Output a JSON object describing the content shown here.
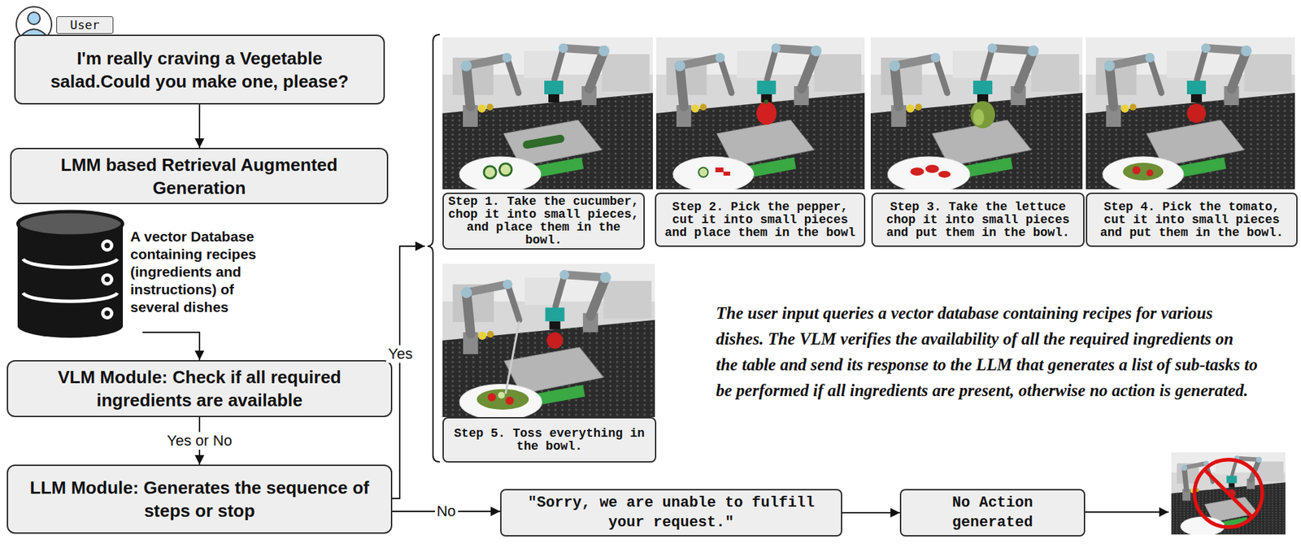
{
  "diagram": {
    "nodes": [
      {
        "text": [
          "User"
        ]
      },
      {
        "text": [
          "I'm really craving a Vegetable salad.Could you make one, please?"
        ]
      },
      {
        "text": [
          "LMM based Retrieval Augmented Generation"
        ]
      },
      {
        "text": [
          "A vector Database containing recipes (ingredients and instructions) of several dishes"
        ]
      },
      {
        "text": [
          "VLM Module: Check if all required ingredients are available"
        ]
      },
      {
        "text": [
          "LLM Module: Generates the sequence of steps or stop"
        ]
      },
      {
        "text": [
          "Step 1. Take the cucumber, chop it into small pieces, and place them in the bowl."
        ]
      },
      {
        "text": [
          "Step 2. Pick the pepper, cut it into small pieces and place them in the bowl"
        ]
      },
      {
        "text": [
          "Step 3. Take the lettuce chop it into small pieces and put them in the bowl."
        ]
      },
      {
        "text": [
          "Step 4. Pick the tomato, cut it into small pieces and put them in the bowl."
        ]
      },
      {
        "text": [
          "Step 5. Toss everything in the bowl."
        ]
      },
      {
        "text": [
          "\"Sorry, we are unable to fulfill your request.\""
        ]
      },
      {
        "text": [
          "No Action generated"
        ]
      }
    ],
    "edges": [
      {
        "from": 1,
        "to": 2,
        "arrow": "to"
      },
      {
        "from": 3,
        "to": 4,
        "arrow": "to"
      },
      {
        "from": 4,
        "to": 5,
        "arrow": "to",
        "label": "Yes or No"
      },
      {
        "from": 5,
        "to": 11,
        "arrow": "to",
        "label": "No"
      },
      {
        "from": 11,
        "to": 12,
        "arrow": "to"
      }
    ],
    "labels": [
      "Yes",
      "The user input queries a vector database containing recipes for various dishes. The VLM verifies the availability of all the required ingredients on the table and send its response to the LLM that generates a list of sub-tasks to be performed if all ingredients are present, otherwise no action is generated."
    ]
  }
}
